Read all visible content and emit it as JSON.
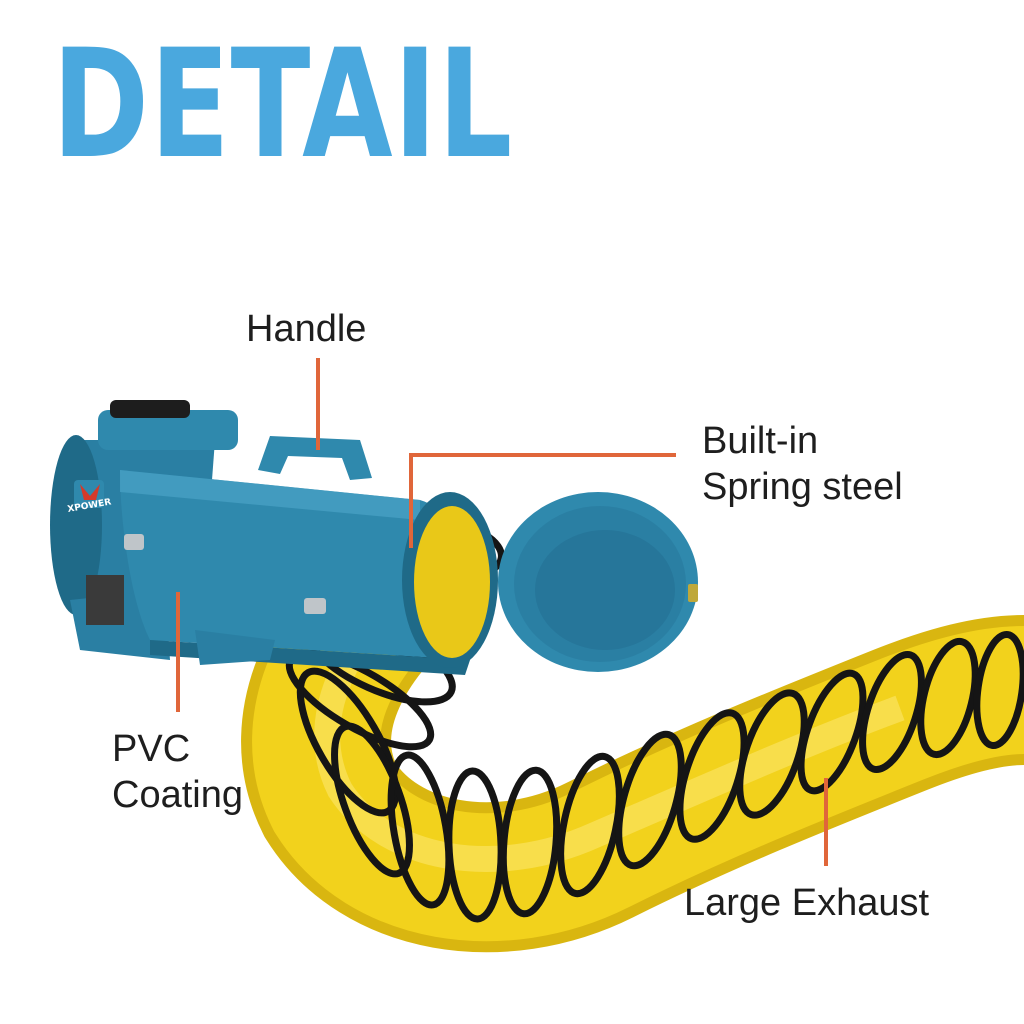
{
  "header": {
    "title": "DETAIL"
  },
  "product": {
    "logo_text": "XPOWER"
  },
  "callouts": {
    "handle": "Handle",
    "spring_steel": "Built-in\nSpring steel",
    "pvc_coating": "PVC\nCoating",
    "large_exhaust": "Large Exhaust"
  },
  "colors": {
    "title": "#4aa8de",
    "leader_line": "#e0663a",
    "blower_body": "#2f89ad",
    "duct": "#f2d21c",
    "duct_wire": "#151515"
  },
  "icons": [
    "blower-fan",
    "flexible-duct",
    "duct-cap"
  ]
}
